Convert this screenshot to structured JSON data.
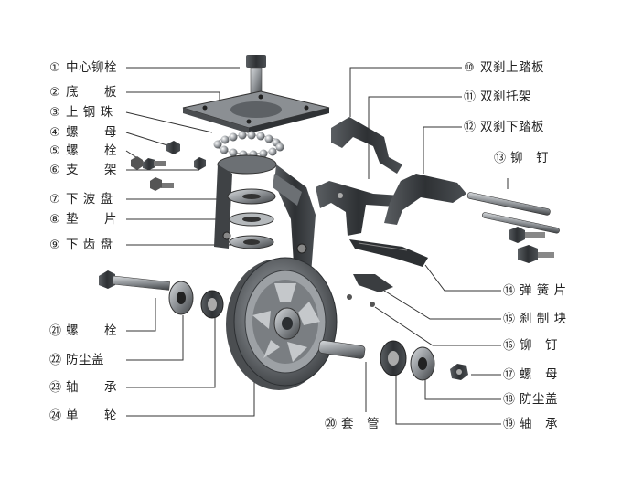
{
  "title": "",
  "labels": {
    "l1": {
      "num": "①",
      "text": "中心铆栓"
    },
    "l2": {
      "num": "②",
      "text": "底　　板"
    },
    "l3": {
      "num": "③",
      "text": "上 钢 珠"
    },
    "l4": {
      "num": "④",
      "text": "螺　　母"
    },
    "l5": {
      "num": "⑤",
      "text": "螺　　栓"
    },
    "l6": {
      "num": "⑥",
      "text": "支　　架"
    },
    "l7": {
      "num": "⑦",
      "text": "下 波 盘"
    },
    "l8": {
      "num": "⑧",
      "text": "垫　　片"
    },
    "l9": {
      "num": "⑨",
      "text": "下 齿 盘"
    },
    "l10": {
      "num": "⑩",
      "text": "双刹上踏板"
    },
    "l11": {
      "num": "⑪",
      "text": "双刹托架"
    },
    "l12": {
      "num": "⑫",
      "text": "双刹下踏板"
    },
    "l13": {
      "num": "⑬",
      "text": "铆　钉"
    },
    "l14": {
      "num": "⑭",
      "text": "弹 簧 片"
    },
    "l15": {
      "num": "⑮",
      "text": "刹 制 块"
    },
    "l16": {
      "num": "⑯",
      "text": "铆　钉"
    },
    "l17": {
      "num": "⑰",
      "text": "螺　母"
    },
    "l18": {
      "num": "⑱",
      "text": "防尘盖"
    },
    "l19": {
      "num": "⑲",
      "text": "轴　承"
    },
    "l20": {
      "num": "⑳",
      "text": "套　管"
    },
    "l21": {
      "num": "㉑",
      "text": "螺　　栓"
    },
    "l22": {
      "num": "㉒",
      "text": "防尘盖"
    },
    "l23": {
      "num": "㉓",
      "text": "轴　　承"
    },
    "l24": {
      "num": "㉔",
      "text": "单　　轮"
    }
  },
  "colors": {
    "line": "#333333",
    "metal_dark": "#3a3d40",
    "metal_mid": "#7a7e82",
    "metal_light": "#c9cdd0"
  }
}
